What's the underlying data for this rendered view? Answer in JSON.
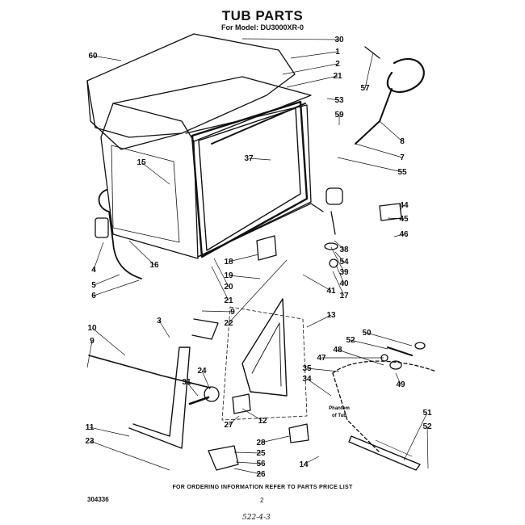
{
  "title": "TUB PARTS",
  "subtitle": "For Model: DU3000XR-0",
  "footer": "FOR ORDERING INFORMATION REFER TO PARTS PRICE LIST",
  "doc_number": "304336",
  "page_number": "2",
  "handwritten_note": "522-4-3",
  "phantom_label": [
    "Phantom",
    "of Tub"
  ],
  "callouts": [
    "30",
    "1",
    "2",
    "21",
    "53",
    "59",
    "8",
    "7",
    "55",
    "60",
    "57",
    "37",
    "15",
    "44",
    "45",
    "46",
    "38",
    "54",
    "39",
    "40",
    "17",
    "4",
    "5",
    "6",
    "16",
    "18",
    "19",
    "20",
    "21",
    "41",
    "22",
    "9",
    "3",
    "13",
    "10",
    "9",
    "50",
    "52",
    "48",
    "47",
    "49",
    "35",
    "34",
    "31",
    "24",
    "12",
    "27",
    "11",
    "23",
    "28",
    "25",
    "56",
    "26",
    "14",
    "51",
    "52"
  ]
}
